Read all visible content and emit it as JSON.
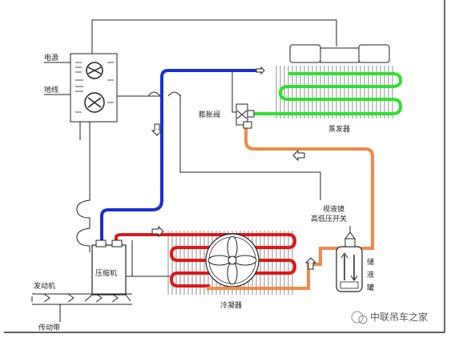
{
  "labels": {
    "power": "电源",
    "ground": "地线",
    "expansion_valve": "膨胀阀",
    "evaporator": "蒸发器",
    "sight_glass": "视液镜",
    "pressure_switch": "高低压开关",
    "receiver": [
      "储",
      "液",
      "罐"
    ],
    "compressor": "压缩机",
    "condenser": "冷凝器",
    "engine": "发动机",
    "belt": "传动带"
  },
  "watermark": "中联吊车之家",
  "colors": {
    "low_pressure_line": "#1a2fd0",
    "high_pressure_gas": "#e01818",
    "high_pressure_liquid": "#f08a4a",
    "evaporator_coil": "#2fe02f",
    "frame": "#000000"
  }
}
